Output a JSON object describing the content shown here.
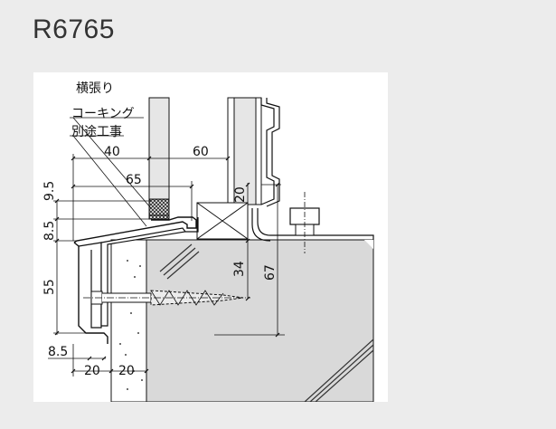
{
  "title": "R6765",
  "labels": {
    "yokobari": "横張り",
    "caulking": "コーキング",
    "separate_work": "別途工事"
  },
  "dimensions": {
    "d40": "40",
    "d60": "60",
    "d65": "65",
    "d9_5": "9.5",
    "d8_5_left": "8.5",
    "d55": "55",
    "d20_vert": "20",
    "d34": "34",
    "d67": "67",
    "d8_5_bottom": "8.5",
    "d20_bottom_left": "20",
    "d20_bottom_right": "20"
  }
}
